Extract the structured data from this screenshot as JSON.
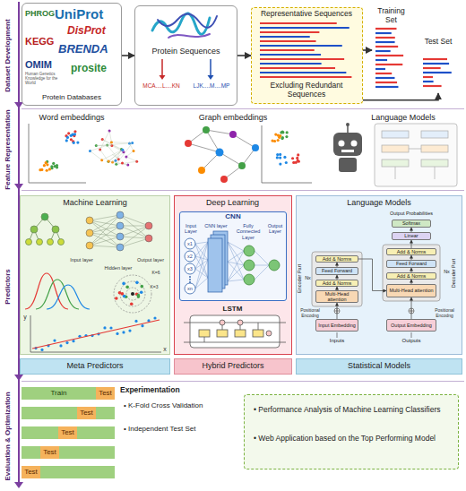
{
  "diagram": {
    "nodes": [
      {
        "text": [
          "PHROG",
          "UniProt",
          "DisProt",
          "KEGG",
          "BRENDA",
          "OMIM",
          "Human Genetics Knowledge for the World",
          "prosite",
          "Protein Databases"
        ]
      },
      {
        "text": [
          "Protein Sequences",
          "MCA....L....KN",
          "LJK....M....MP"
        ]
      },
      {
        "text": [
          "Representative Sequences",
          "Excluding Redundant Sequences"
        ]
      },
      {
        "text": [
          "Training Set"
        ]
      },
      {
        "text": [
          "Test Set"
        ]
      },
      {
        "text": [
          "Machine Learning"
        ]
      },
      {
        "text": [
          "Deep Learning",
          "LSTM"
        ]
      },
      {
        "text": [
          "CNN"
        ],
        "in": 6
      },
      {
        "text": [
          "Language Models"
        ]
      },
      {
        "text": [
          "Softmax"
        ],
        "in": 8
      },
      {
        "text": [
          "Linear"
        ],
        "in": 8
      },
      {
        "text": [
          "Add & Norms"
        ],
        "in": 8
      },
      {
        "text": [
          "Feed Forward"
        ],
        "in": 8
      },
      {
        "text": [
          "Add & Norms"
        ],
        "in": 8
      },
      {
        "text": [
          "Multi-Head attention"
        ],
        "in": 8
      },
      {
        "text": [
          "Output Embedding"
        ],
        "in": 8
      },
      {
        "text": [
          "Add & Norms"
        ],
        "in": 8
      },
      {
        "text": [
          "Feed Forward"
        ],
        "in": 8
      },
      {
        "text": [
          "Add & Norms"
        ],
        "in": 8
      },
      {
        "text": [
          "Multi-Head attention"
        ],
        "in": 8
      },
      {
        "text": [
          "Input Embedding"
        ],
        "in": 8
      },
      {
        "text": [
          "Meta Predictors"
        ]
      },
      {
        "text": [
          "Hybrid Predictors"
        ]
      },
      {
        "text": [
          "Statistical Models"
        ]
      },
      {
        "text": [
          "Train",
          "Test"
        ]
      },
      {
        "text": [
          "Test"
        ]
      },
      {
        "text": [
          "Test"
        ]
      },
      {
        "text": [
          "Test"
        ]
      },
      {
        "text": [
          "Test"
        ]
      },
      {
        "text": [
          "• Performance Analysis of Machine Learning Classifiers",
          "• Web Application based on the Top Performing Model"
        ]
      }
    ],
    "edges": [
      {
        "from": 0,
        "to": 1,
        "arrow": "to"
      },
      {
        "from": 1,
        "to": 2,
        "arrow": "to"
      },
      {
        "from": 2,
        "to": 3,
        "arrow": "to"
      },
      {
        "from": 2,
        "to": 4,
        "arrow": "to"
      },
      {
        "from": 20,
        "to": 19,
        "arrow": "to"
      },
      {
        "from": 19,
        "to": 18,
        "arrow": "to"
      },
      {
        "from": 18,
        "to": 17,
        "arrow": "to"
      },
      {
        "from": 17,
        "to": 16,
        "arrow": "to"
      },
      {
        "from": 16,
        "to": 14,
        "arrow": "to"
      },
      {
        "from": 15,
        "to": 14,
        "arrow": "to"
      },
      {
        "from": 14,
        "to": 13,
        "arrow": "to"
      },
      {
        "from": 13,
        "to": 12,
        "arrow": "to"
      },
      {
        "from": 12,
        "to": 11,
        "arrow": "to"
      },
      {
        "from": 11,
        "to": 10,
        "arrow": "to"
      },
      {
        "from": 10,
        "to": 9,
        "arrow": "to"
      }
    ],
    "labels": [
      "Dataset Development",
      "Feature Representation",
      "Predictors",
      "Evaluation & Optimization",
      "Word embeddings",
      "Graph embeddings",
      "Language Models",
      "Input layer",
      "Hidden layer",
      "Output layer",
      "K=3",
      "K=6",
      "y",
      "x",
      "Input Layer",
      "CNN layer",
      "Fully Connected Layer",
      "Output Layer",
      "x1",
      "x2",
      "x3",
      "xn",
      "Output Probabilities",
      "Nx",
      "Encoder Part",
      "Nx",
      "Decoder Part",
      "Positional Encodng",
      "Positional Encodng",
      "Inputs",
      "Outputs",
      "Experimentation",
      "• K-Fold Cross Validation",
      "• Independent Test Set"
    ]
  }
}
